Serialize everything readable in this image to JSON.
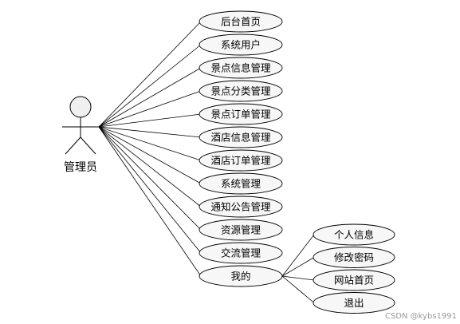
{
  "actor": {
    "label": "管理员"
  },
  "use_cases": [
    {
      "label": "后台首页"
    },
    {
      "label": "系统用户"
    },
    {
      "label": "景点信息管理"
    },
    {
      "label": "景点分类管理"
    },
    {
      "label": "景点订单管理"
    },
    {
      "label": "酒店信息管理"
    },
    {
      "label": "酒店订单管理"
    },
    {
      "label": "系统管理"
    },
    {
      "label": "通知公告管理"
    },
    {
      "label": "资源管理"
    },
    {
      "label": "交流管理"
    },
    {
      "label": "我的"
    }
  ],
  "sub_use_cases": [
    {
      "label": "个人信息"
    },
    {
      "label": "修改密码"
    },
    {
      "label": "网站首页"
    },
    {
      "label": "退出"
    }
  ],
  "watermark": "CSDN @kybs1991"
}
